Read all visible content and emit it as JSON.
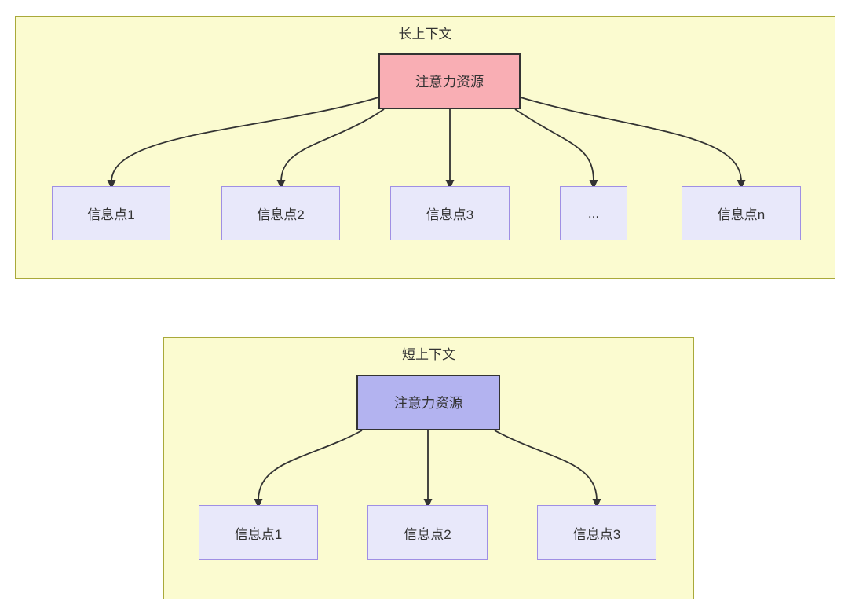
{
  "colors": {
    "group_fill": "#fbfbd0",
    "group_border": "#a9a93a",
    "attention_pink_fill": "#f9aeb4",
    "attention_purple_fill": "#b3b3f0",
    "attention_border": "#333333",
    "info_fill": "#e8e8fa",
    "info_border": "#9f8fe4",
    "text": "#333333",
    "arrow": "#333333"
  },
  "diagram": {
    "long_context": {
      "title": "长上下文",
      "attention": {
        "label": "注意力资源"
      },
      "nodes": [
        {
          "label": "信息点1"
        },
        {
          "label": "信息点2"
        },
        {
          "label": "信息点3"
        },
        {
          "label": "..."
        },
        {
          "label": "信息点n"
        }
      ],
      "edges": [
        {
          "from": "注意力资源",
          "to": "信息点1"
        },
        {
          "from": "注意力资源",
          "to": "信息点2"
        },
        {
          "from": "注意力资源",
          "to": "信息点3"
        },
        {
          "from": "注意力资源",
          "to": "..."
        },
        {
          "from": "注意力资源",
          "to": "信息点n"
        }
      ]
    },
    "short_context": {
      "title": "短上下文",
      "attention": {
        "label": "注意力资源"
      },
      "nodes": [
        {
          "label": "信息点1"
        },
        {
          "label": "信息点2"
        },
        {
          "label": "信息点3"
        }
      ],
      "edges": [
        {
          "from": "注意力资源",
          "to": "信息点1"
        },
        {
          "from": "注意力资源",
          "to": "信息点2"
        },
        {
          "from": "注意力资源",
          "to": "信息点3"
        }
      ]
    }
  }
}
